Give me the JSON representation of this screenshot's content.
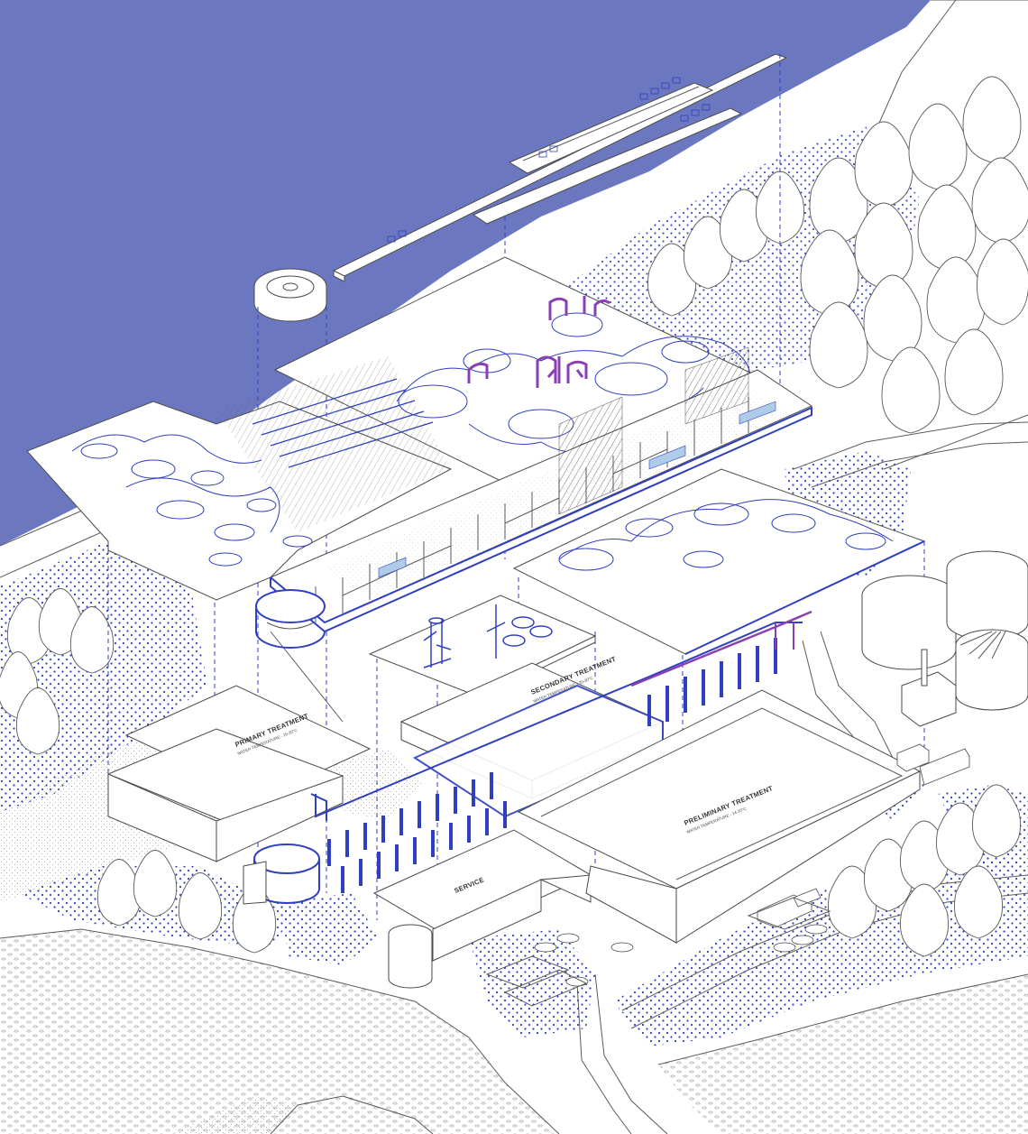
{
  "colors": {
    "water": "#6b78bf",
    "accent_blue": "#2f3fc0",
    "accent_purple": "#8a3fb3",
    "line": "#4a4a4a",
    "background": "#ffffff"
  },
  "labels": {
    "primary_treatment": "PRIMARY TREATMENT",
    "primary_sub": "WATER TEMPERATURE - 15-20°C",
    "secondary_treatment": "SECONDARY TREATMENT",
    "secondary_sub": "WATER TEMPERATURE - 20-30°C",
    "preliminary_treatment": "PRELIMINARY TREATMENT",
    "preliminary_sub": "WATER TEMPERATURE - 14-20°C",
    "service": "SERVICE"
  }
}
